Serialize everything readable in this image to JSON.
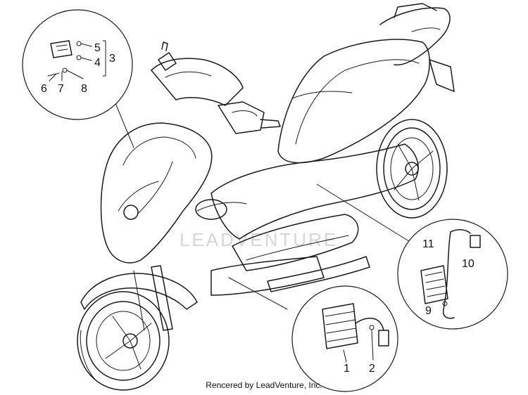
{
  "callouts": [
    {
      "id": "top-left",
      "labels": [
        "5",
        "4",
        "3",
        "6",
        "7",
        "8"
      ]
    },
    {
      "id": "right",
      "labels": [
        "11",
        "10",
        "9"
      ]
    },
    {
      "id": "bottom",
      "labels": [
        "1",
        "2"
      ]
    }
  ],
  "watermark": "LEADVENTURE",
  "credit": "Rencered by LeadVenture, Inc."
}
